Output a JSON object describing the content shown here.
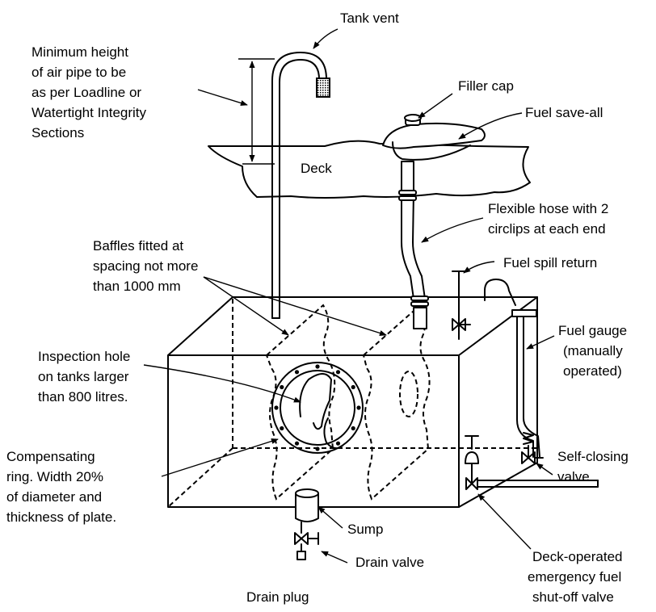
{
  "labels": {
    "tank_vent": "Tank vent",
    "air_pipe_height": [
      "Minimum height",
      "of air pipe to be",
      "as per Loadline or",
      "Watertight Integrity",
      "Sections"
    ],
    "filler_cap": "Filler cap",
    "fuel_save_all": "Fuel save-all",
    "deck": "Deck",
    "flexible_hose": [
      "Flexible hose with 2",
      "circlips at each end"
    ],
    "baffles": [
      "Baffles fitted at",
      "spacing not more",
      "than 1000 mm"
    ],
    "fuel_spill_return": "Fuel spill return",
    "inspection_hole": [
      "Inspection hole",
      "on tanks larger",
      "than 800 litres."
    ],
    "fuel_gauge": [
      "Fuel gauge",
      "(manually",
      "operated)"
    ],
    "compensating_ring": [
      "Compensating",
      "ring. Width 20%",
      "of diameter and",
      "thickness of plate."
    ],
    "self_closing_valve": [
      "Self-closing",
      "valve"
    ],
    "sump": "Sump",
    "drain_valve": "Drain valve",
    "drain_plug": "Drain plug",
    "emergency_valve": [
      "Deck-operated",
      "emergency fuel",
      "shut-off valve"
    ]
  }
}
